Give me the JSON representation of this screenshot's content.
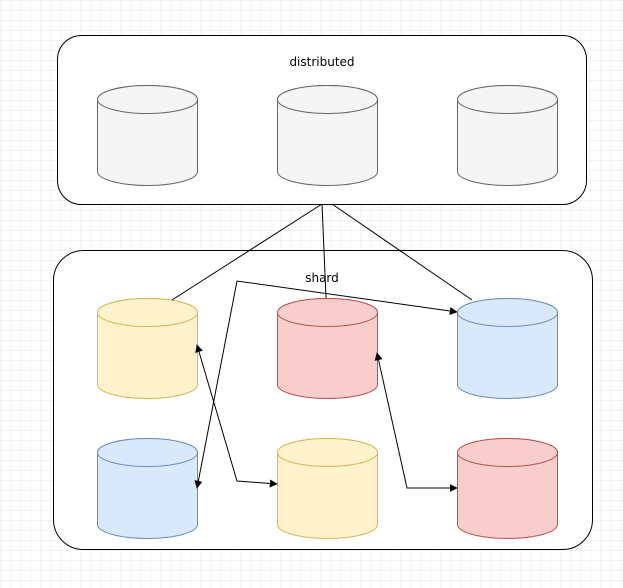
{
  "groups": {
    "distributed": {
      "label": "distributed"
    },
    "shard": {
      "label": "shard"
    }
  },
  "colors": {
    "gray": {
      "fill": "#f5f5f5",
      "stroke": "#666666"
    },
    "yellow": {
      "fill": "#fff2cc",
      "stroke": "#d6b656"
    },
    "red": {
      "fill": "#f8cecc",
      "stroke": "#b85450"
    },
    "blue": {
      "fill": "#dae8fc",
      "stroke": "#6c8ebf"
    },
    "container_stroke": "#000000",
    "edge": "#000000"
  },
  "databases": [
    {
      "id": "distributed-db-1",
      "group": "distributed",
      "color": "gray"
    },
    {
      "id": "distributed-db-2",
      "group": "distributed",
      "color": "gray"
    },
    {
      "id": "distributed-db-3",
      "group": "distributed",
      "color": "gray"
    },
    {
      "id": "shard-db-yellow-top",
      "group": "shard",
      "color": "yellow"
    },
    {
      "id": "shard-db-red-top",
      "group": "shard",
      "color": "red"
    },
    {
      "id": "shard-db-blue-top",
      "group": "shard",
      "color": "blue"
    },
    {
      "id": "shard-db-blue-bottom",
      "group": "shard",
      "color": "blue"
    },
    {
      "id": "shard-db-yellow-bottom",
      "group": "shard",
      "color": "yellow"
    },
    {
      "id": "shard-db-red-bottom",
      "group": "shard",
      "color": "red"
    }
  ],
  "edges": [
    {
      "id": "distributed-to-yellow-top",
      "from": "distributed",
      "to": "shard-db-yellow-top",
      "arrows": "none"
    },
    {
      "id": "distributed-to-red-top",
      "from": "distributed",
      "to": "shard-db-red-top",
      "arrows": "none"
    },
    {
      "id": "distributed-to-blue-top",
      "from": "distributed",
      "to": "shard-db-blue-top",
      "arrows": "none"
    },
    {
      "id": "blue-top-to-blue-bottom",
      "from": "shard-db-blue-top",
      "to": "shard-db-blue-bottom",
      "arrows": "both"
    },
    {
      "id": "yellow-top-to-yellow-bottom",
      "from": "shard-db-yellow-top",
      "to": "shard-db-yellow-bottom",
      "arrows": "both"
    },
    {
      "id": "red-top-to-red-bottom",
      "from": "shard-db-red-top",
      "to": "shard-db-red-bottom",
      "arrows": "both"
    }
  ]
}
